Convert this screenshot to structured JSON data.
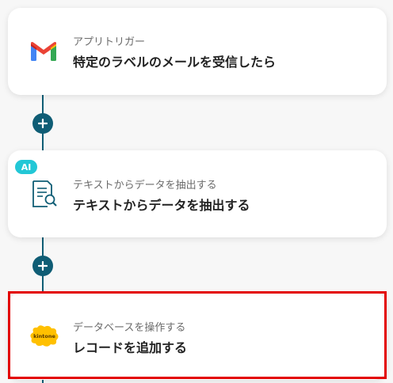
{
  "flow": {
    "trigger": {
      "subtitle": "アプリトリガー",
      "title": "特定のラベルのメールを受信したら",
      "icon": "gmail-icon"
    },
    "step1": {
      "badge": "AI",
      "subtitle": "テキストからデータを抽出する",
      "title": "テキストからデータを抽出する",
      "icon": "document-search-icon"
    },
    "step2": {
      "subtitle": "データベースを操作する",
      "title": "レコードを追加する",
      "icon": "kintone-icon",
      "logo_text": "kintone"
    }
  },
  "colors": {
    "connector": "#0f5d75",
    "ai_badge": "#22c7d6",
    "highlight": "#e30000",
    "kintone_yellow": "#ffc000"
  }
}
